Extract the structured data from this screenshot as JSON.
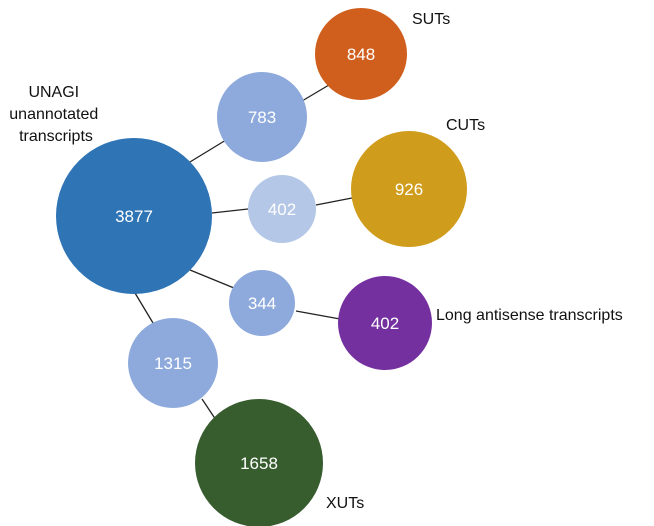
{
  "colors": {
    "hub": "#2f74b5",
    "intermediate": "#8eaadc",
    "intermediate_light": "#b4c7e7",
    "suts": "#d05f1e",
    "cuts": "#d09c1b",
    "antisense": "#7530a0",
    "xuts": "#375d2f"
  },
  "nodes": {
    "hub": {
      "value": "3877",
      "label_lines": [
        "UNAGI",
        "unannotated",
        "transcripts"
      ]
    },
    "mid_suts": {
      "value": "783"
    },
    "mid_cuts": {
      "value": "402"
    },
    "mid_antisense": {
      "value": "344"
    },
    "mid_xuts": {
      "value": "1315"
    },
    "suts": {
      "value": "848",
      "label": "SUTs"
    },
    "cuts": {
      "value": "926",
      "label": "CUTs"
    },
    "antisense": {
      "value": "402",
      "label": "Long antisense transcripts"
    },
    "xuts": {
      "value": "1658",
      "label": "XUTs"
    }
  }
}
